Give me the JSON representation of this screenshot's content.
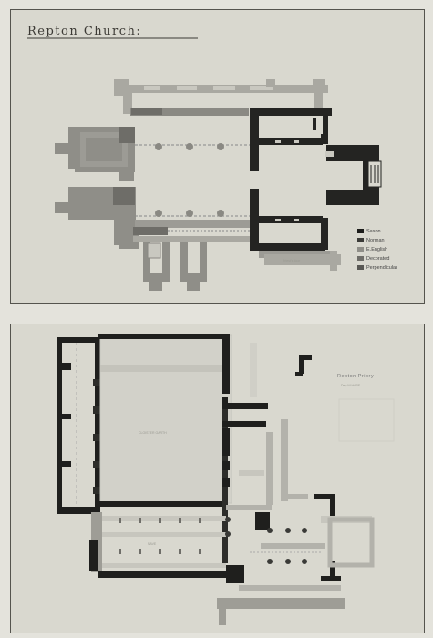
{
  "top_plan": {
    "title": "Repton Church:",
    "legend": [
      {
        "label": "Saxon",
        "key": "saxon",
        "color": "#1c1c1a"
      },
      {
        "label": "Norman",
        "key": "norman",
        "color": "#3a3a37"
      },
      {
        "label": "E.English",
        "key": "eenglish",
        "color": "#8f8e88"
      },
      {
        "label": "Decorated",
        "key": "decorated",
        "color": "#6e6d68"
      },
      {
        "label": "Perpendicular",
        "key": "perpendicular",
        "color": "#585753"
      }
    ]
  },
  "bottom_plan": {
    "title": "Repton Priory",
    "subtitle": "Dep W.HARE",
    "colors": {
      "dark": "#1f1f1d",
      "light": "#c7c6be",
      "mid": "#9e9d96"
    }
  }
}
